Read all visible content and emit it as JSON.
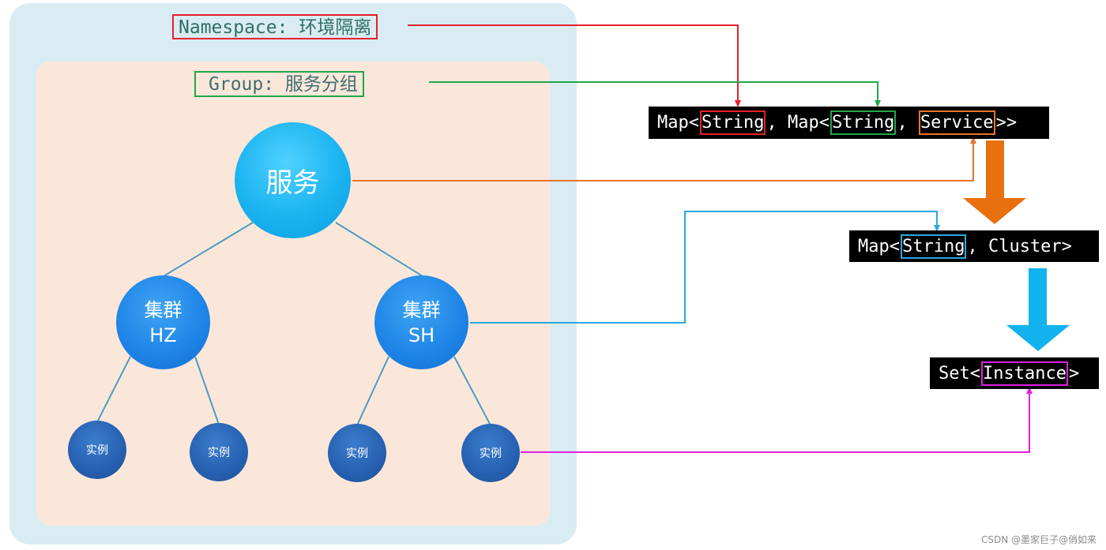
{
  "namespace_label": "Namespace: 环境隔离",
  "group_label": "Group: 服务分组",
  "nodes": {
    "service": "服务",
    "cluster_hz": {
      "line1": "集群",
      "line2": "HZ"
    },
    "cluster_sh": {
      "line1": "集群",
      "line2": "SH"
    },
    "instance": "实例"
  },
  "type_map_outer": {
    "prefix": "Map<",
    "key": "String",
    "mid": ", Map<",
    "inner_key": "String",
    "sep": ", ",
    "value": "Service",
    "suffix": ">>"
  },
  "type_map_cluster": {
    "prefix": "Map<",
    "key": "String",
    "suffix": ", Cluster>"
  },
  "type_set_instance": {
    "prefix": "Set<",
    "item": "Instance",
    "suffix": ">"
  },
  "colors": {
    "namespace": "#e8202a",
    "group": "#22a64a",
    "service": "#e8742a",
    "cluster": "#2aa8e0",
    "instance": "#e020e0",
    "arrow_orange": "#e8700e",
    "arrow_blue": "#11b2ee",
    "tree_line": "#4a9ec2"
  },
  "watermark": "CSDN @墨家巨子@俏如来"
}
